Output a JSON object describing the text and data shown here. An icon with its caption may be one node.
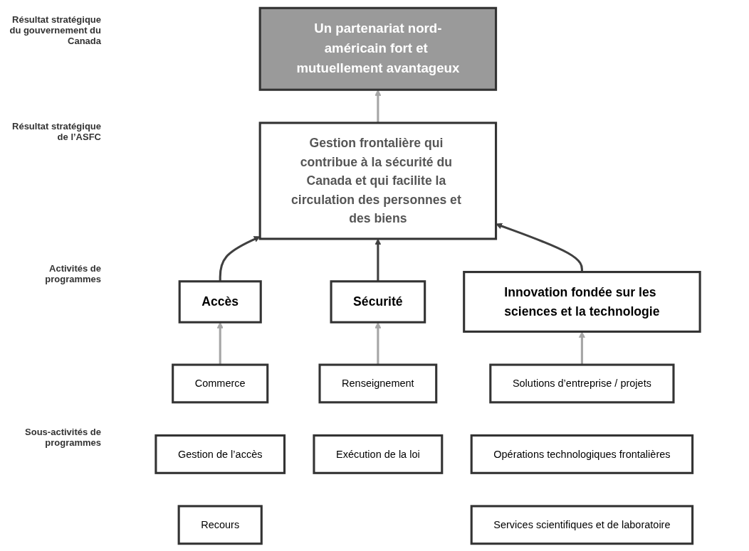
{
  "diagram": {
    "nodes": [
      {
        "text": [
          "Un partenariat nord-américain fort et mutuellement avantageux"
        ]
      },
      {
        "text": [
          "Gestion frontalière qui contribue à la sécurité du Canada et qui facilite la circulation des personnes et des biens"
        ]
      },
      {
        "text": [
          "Accès"
        ]
      },
      {
        "text": [
          "Sécurité"
        ]
      },
      {
        "text": [
          "Innovation fondée sur les sciences et la technologie"
        ]
      },
      {
        "text": [
          "Commerce"
        ]
      },
      {
        "text": [
          "Gestion de l’accès"
        ]
      },
      {
        "text": [
          "Recours"
        ]
      },
      {
        "text": [
          "Renseignement"
        ]
      },
      {
        "text": [
          "Exécution de la loi"
        ]
      },
      {
        "text": [
          "Solutions d’entreprise / projets"
        ]
      },
      {
        "text": [
          "Opérations technologiques frontalières"
        ]
      },
      {
        "text": [
          "Services scientifiques et de laboratoire"
        ]
      }
    ],
    "edges": [
      {
        "from": 1,
        "to": 0,
        "arrow": "to"
      },
      {
        "from": 2,
        "to": 1,
        "arrow": "to",
        "color": "#404040"
      },
      {
        "from": 3,
        "to": 1,
        "arrow": "to",
        "color": "#404040"
      },
      {
        "from": 4,
        "to": 1,
        "arrow": "to",
        "color": "#404040"
      },
      {
        "from": 5,
        "to": 2,
        "arrow": "to"
      },
      {
        "from": 8,
        "to": 3,
        "arrow": "to"
      },
      {
        "from": 10,
        "to": 4,
        "arrow": "to"
      }
    ],
    "labels": [
      "Résultat stratégique du gouvernement du Canada",
      "Résultat stratégique de l’ASFC",
      "Activités de programmes",
      "Sous-activités de programmes"
    ]
  }
}
